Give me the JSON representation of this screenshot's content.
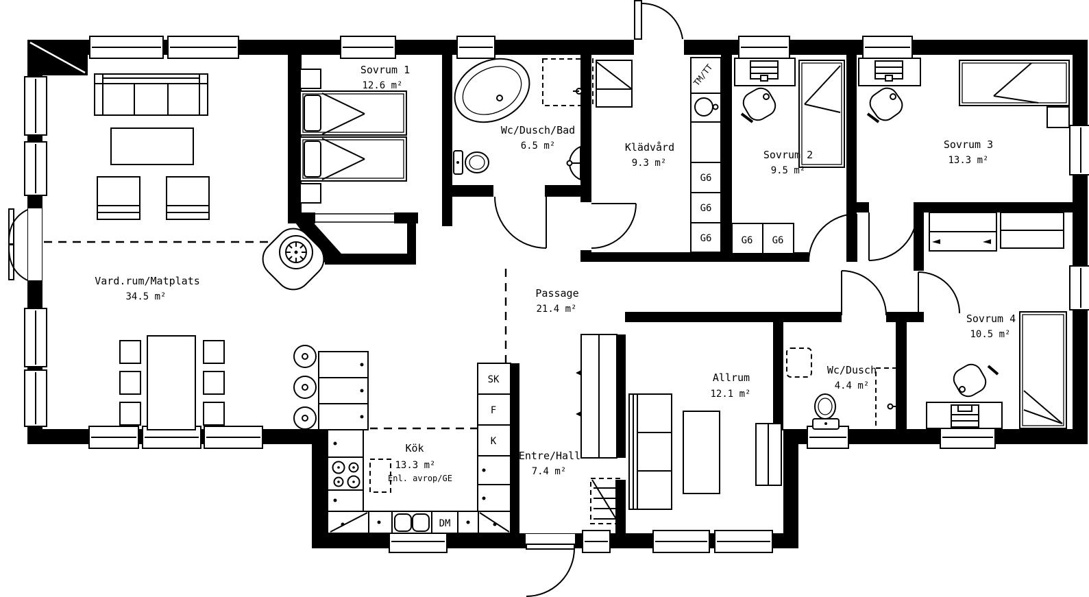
{
  "drawing": {
    "type": "floor-plan",
    "colors": {
      "wall": "#000000",
      "background": "#ffffff",
      "line": "#000000"
    }
  },
  "rooms": [
    {
      "name": "Vard.rum/Matplats",
      "area": "34.5 m²"
    },
    {
      "name": "Sovrum 1",
      "area": "12.6 m²"
    },
    {
      "name": "Wc/Dusch/Bad",
      "area": "6.5 m²"
    },
    {
      "name": "Klädvård",
      "area": "9.3 m²"
    },
    {
      "name": "Sovrum 2",
      "area": "9.5 m²"
    },
    {
      "name": "Sovrum 3",
      "area": "13.3 m²"
    },
    {
      "name": "Passage",
      "area": "21.4 m²"
    },
    {
      "name": "Kök",
      "area": "13.3 m²",
      "note": "Enl. avrop/GE"
    },
    {
      "name": "Entre/Hall",
      "area": "7.4 m²"
    },
    {
      "name": "Allrum",
      "area": "12.1 m²"
    },
    {
      "name": "Wc/Dusch",
      "area": "4.4 m²"
    },
    {
      "name": "Sovrum 4",
      "area": "10.5 m²"
    }
  ],
  "fixtures": {
    "washer_dryer_label": "TM/TT",
    "wardrobe_label": "G6",
    "tall_cabinet_label": "SK",
    "fridge_label": "F",
    "freezer_label": "K",
    "dishwasher_label": "DM"
  }
}
